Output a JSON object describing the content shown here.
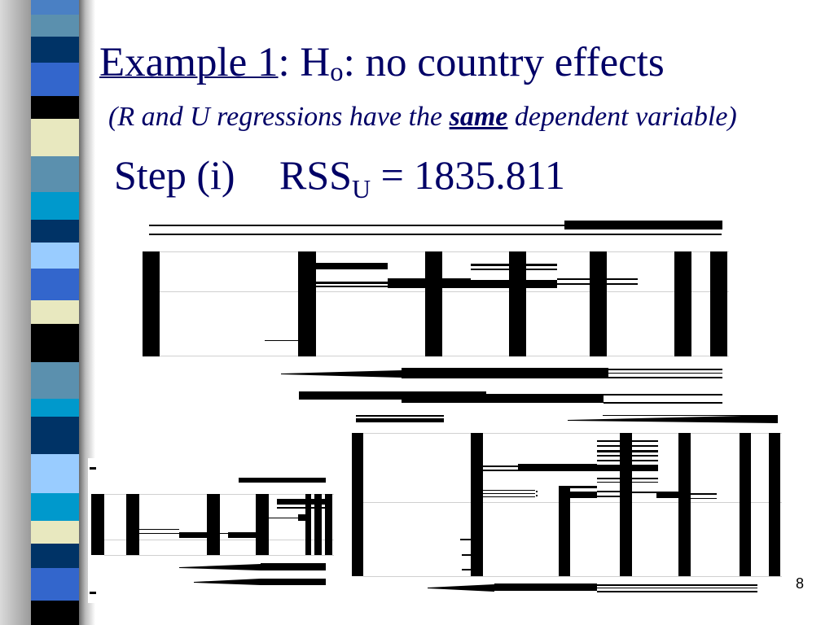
{
  "slide": {
    "title": {
      "label": "Example 1",
      "prefix": ": H",
      "subscript": "o",
      "text": ": no country effects"
    },
    "subtitle": {
      "before": "(R and U regressions have the ",
      "emphasis": "same",
      "after": " dependent variable)"
    },
    "step": {
      "label": "Step (i)",
      "statistic": "RSS",
      "statistic_subscript": "U",
      "operator": "=",
      "value": "1835.811"
    },
    "page_number": "8"
  },
  "theme": {
    "text_color": "#000066",
    "artifact_color": "#000000",
    "gridline_color": "#d0d0d0",
    "stripe_colors": [
      "#4a80c4",
      "#5b90ae",
      "#003366",
      "#3366cc",
      "#000000",
      "#e8e8bf",
      "#5b90ae",
      "#0099cc",
      "#003366",
      "#99ccff",
      "#3366cc",
      "#e8e8bf",
      "#000000",
      "#5b90ae",
      "#0099cc",
      "#003366",
      "#99ccff",
      "#0099cc",
      "#e8e8bf",
      "#003366",
      "#3366cc",
      "#000000"
    ]
  }
}
